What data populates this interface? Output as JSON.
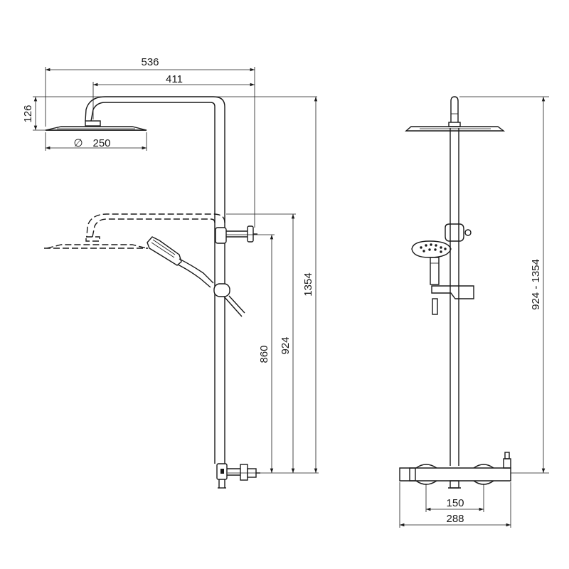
{
  "dimensions": {
    "side_view": {
      "total_reach": "536",
      "arm_reach": "411",
      "head_height": "126",
      "head_diameter": "250",
      "diameter_symbol": "∅",
      "total_height": "1354",
      "arm_height_lowered": "924",
      "slider_height": "860"
    },
    "front_view": {
      "height_range": "924 - 1354",
      "inlet_spacing": "150",
      "mixer_width": "288"
    }
  },
  "icons": {
    "head_diameter_marker": "diameter-symbol-icon"
  }
}
